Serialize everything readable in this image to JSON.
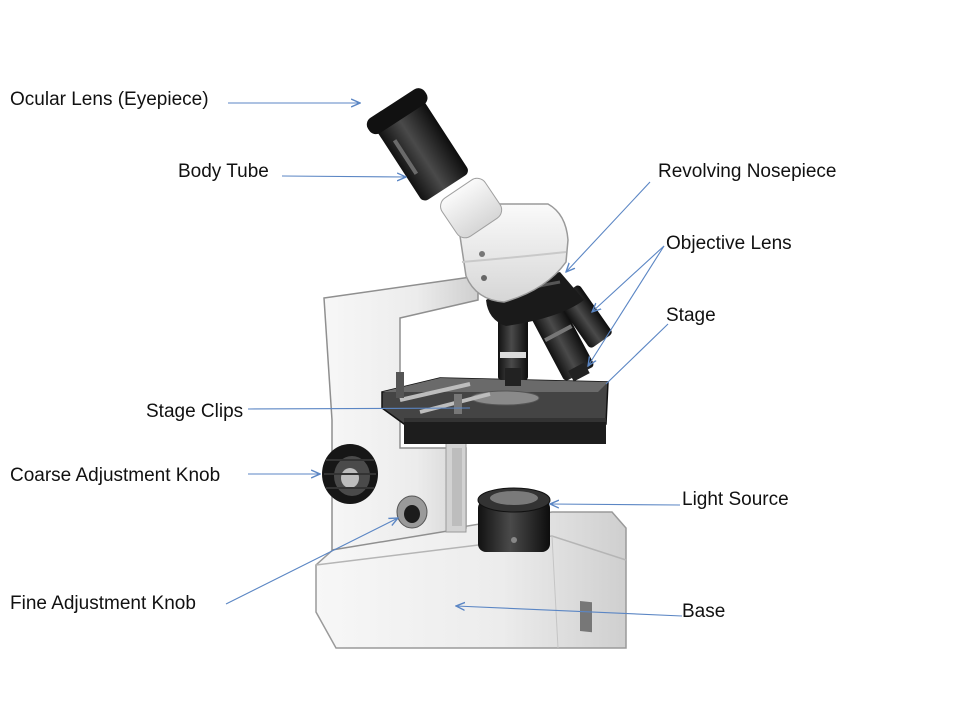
{
  "labels": {
    "ocular": "Ocular Lens (Eyepiece)",
    "body_tube": "Body Tube",
    "nosepiece": "Revolving Nosepiece",
    "objective": "Objective Lens",
    "stage": "Stage",
    "stage_clips": "Stage Clips",
    "coarse": "Coarse Adjustment Knob",
    "light": "Light Source",
    "fine": "Fine Adjustment Knob",
    "base": "Base"
  },
  "colors": {
    "leader_line": "#5b86c4",
    "body_white": "#eeeeee",
    "dark_part": "#222222"
  }
}
